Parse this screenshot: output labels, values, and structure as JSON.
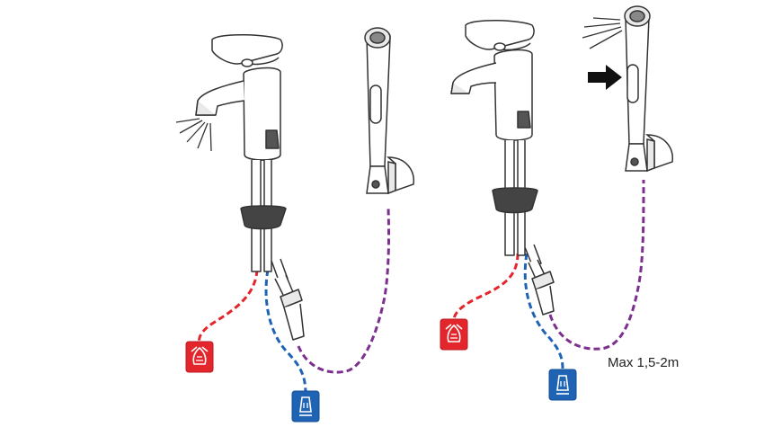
{
  "diagram": {
    "hose_length_label": "Max 1,5-2m",
    "colors": {
      "hot": "#e3262c",
      "cold": "#1f63b4",
      "hose": "#7d2f8e",
      "outline": "#333333",
      "fill": "#ffffff",
      "shade": "#e9e9e9",
      "dark_part": "#444444"
    },
    "panels": [
      {
        "id": "left",
        "mode": "faucet-running",
        "description_icons": [
          "spray-lines-icon"
        ]
      },
      {
        "id": "right",
        "mode": "handshower-running",
        "description_icons": [
          "spray-lines-icon",
          "press-arrow-icon"
        ]
      }
    ],
    "valve_icons": [
      "hot-water-valve-icon",
      "cold-water-valve-icon"
    ]
  }
}
